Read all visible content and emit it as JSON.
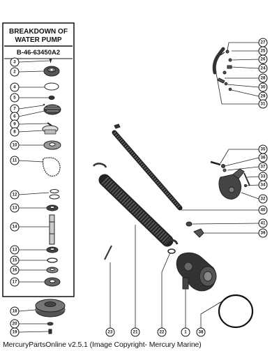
{
  "panel": {
    "title_line1": "BREAKDOWN OF",
    "title_line2": "WATER PUMP",
    "part_number": "B-46-63450A2"
  },
  "callouts": {
    "panel": [
      "3",
      "2",
      "4",
      "5",
      "7",
      "6",
      "9",
      "8",
      "10",
      "11",
      "12",
      "13",
      "14",
      "13",
      "15",
      "16",
      "17"
    ],
    "outside": [
      "18",
      "20",
      "19"
    ],
    "upper_right": [
      "27",
      "25",
      "26",
      "24",
      "28",
      "30",
      "29",
      "31"
    ],
    "mid_right": [
      "35",
      "36",
      "37",
      "33",
      "34",
      "32",
      "40",
      "41",
      "39"
    ],
    "bottom": [
      "23",
      "21",
      "22",
      "1",
      "38"
    ]
  },
  "footer": "MercuryPartsOnline v2.5.1 (Image Copyright- Mercury Marine)"
}
